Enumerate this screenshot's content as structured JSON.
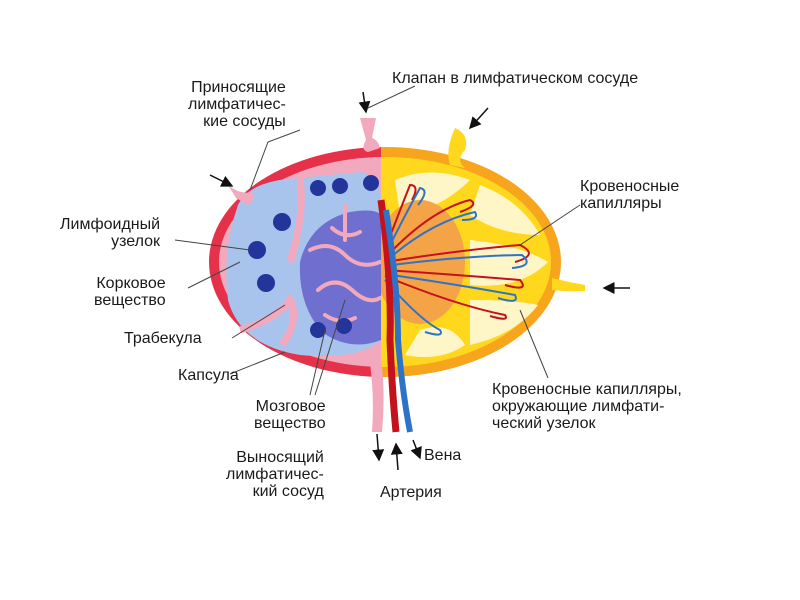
{
  "labels": {
    "afferent": [
      "Приносящие",
      "лимфатичес-",
      "кие сосуды"
    ],
    "valve": "Клапан в лимфатическом сосуде",
    "capillaries": [
      "Кровеносные",
      "капилляры"
    ],
    "nodule": [
      "Лимфоидный",
      "узелок"
    ],
    "cortex": [
      "Корковое",
      "вещество"
    ],
    "trabecula": "Трабекула",
    "capsule": "Капсула",
    "medulla": [
      "Мозговое",
      "вещество"
    ],
    "capillaries_around": [
      "Кровеносные капилляры,",
      "окружающие лимфати-",
      "ческий узелок"
    ],
    "efferent": [
      "Выносящий",
      "лимфатичес-",
      "кий сосуд"
    ],
    "vein": "Вена",
    "artery": "Артерия"
  },
  "colors": {
    "capsule_left": "#e5324a",
    "cortex_left": "#a9c4ec",
    "medulla": "#6e6fcf",
    "lymph_pink": "#f2a9bd",
    "capsule_right": "#f6a51d",
    "right_fill": "#fff6c8",
    "right_lymph": "#ffd81e",
    "right_center": "#f5a347",
    "artery": "#c3121b",
    "vein": "#2f73c9",
    "nodule": "#23349a"
  }
}
